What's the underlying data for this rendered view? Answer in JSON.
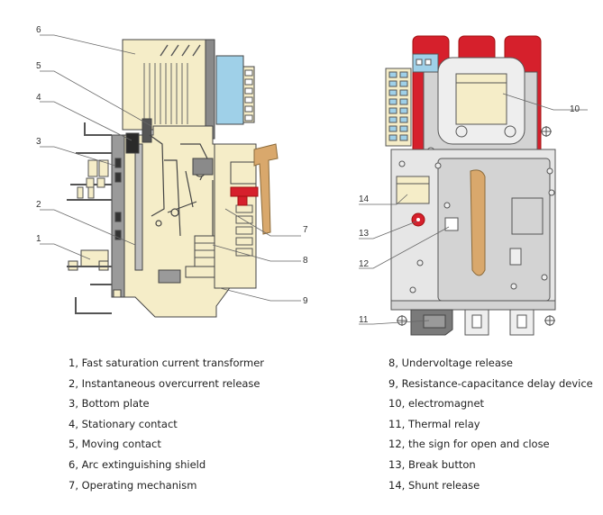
{
  "callouts": [
    "1",
    "2",
    "3",
    "4",
    "5",
    "6",
    "7",
    "8",
    "9",
    "10",
    "11",
    "12",
    "13",
    "14"
  ],
  "legend_left": [
    "1, Fast saturation current transformer",
    "2, Instantaneous overcurrent release",
    "3, Bottom plate",
    "4, Stationary contact",
    "5, Moving contact",
    "6, Arc extinguishing shield",
    "7, Operating mechanism"
  ],
  "legend_right": [
    "8, Undervoltage release",
    "9, Resistance-capacitance delay device",
    "10, electromagnet",
    "11, Thermal relay",
    "12, the sign for open and close",
    "13, Break button",
    "14, Shunt release"
  ],
  "colors": {
    "housing": "#f5edc8",
    "terminal_red": "#d6202c",
    "arm_tan": "#d9a86c",
    "body_grey": "#d3d3d3",
    "dark_grey": "#7a7a7a",
    "blue": "#9fd0e8",
    "line": "#555555"
  }
}
